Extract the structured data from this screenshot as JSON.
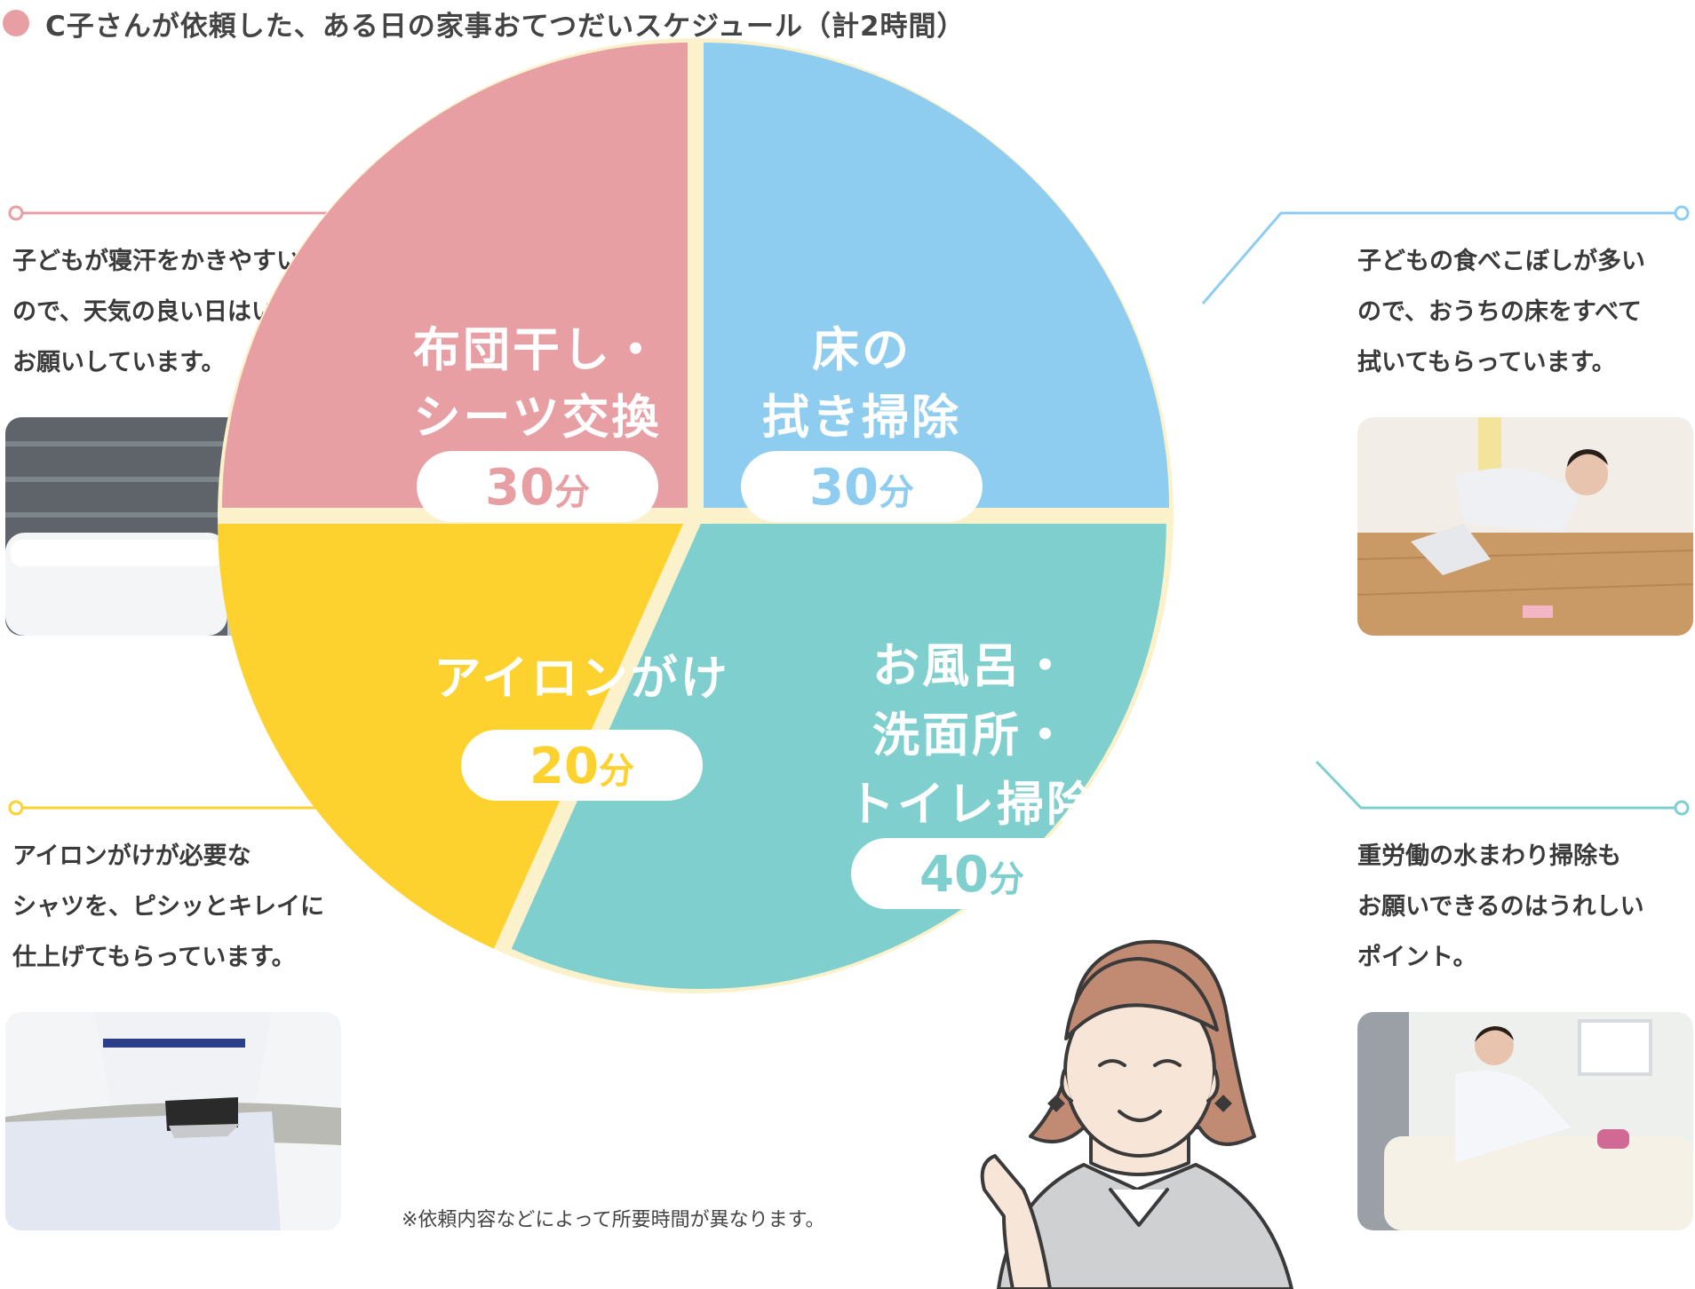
{
  "heading": "C子さんが依頼した、ある日の家事おてつだいスケジュール（計2時間）",
  "chart_data": {
    "type": "pie",
    "title": "C子さんが依頼した、ある日の家事おてつだいスケジュール（計2時間）",
    "unit": "分",
    "slices": [
      {
        "label": "布団干し・シーツ交換",
        "lines": [
          "布団干し・",
          "シーツ交換"
        ],
        "value": 30,
        "value_label": "30",
        "color": "#e89fa3"
      },
      {
        "label": "床の拭き掃除",
        "lines": [
          "床の",
          "拭き掃除"
        ],
        "value": 30,
        "value_label": "30",
        "color": "#8ecdf0"
      },
      {
        "label": "お風呂・洗面所・トイレ掃除",
        "lines": [
          "お風呂・",
          "洗面所・",
          "トイレ掃除"
        ],
        "value": 40,
        "value_label": "40",
        "color": "#7fcfcf"
      },
      {
        "label": "アイロンがけ",
        "lines": [
          "アイロンがけ"
        ],
        "value": 20,
        "value_label": "20",
        "color": "#fdd22e"
      }
    ]
  },
  "notes": {
    "futon": "子どもが寝汗をかきやすい\nので、天気の良い日はいつも\nお願いしています。",
    "floor": "子どもの食べこぼしが多い\nので、おうちの床をすべて\n拭いてもらっています。",
    "iron": "アイロンがけが必要な\nシャツを、ピシッとキレイに\n仕上げてもらっています。",
    "bath": "重労働の水まわり掃除も\nお願いできるのはうれしい\nポイント。"
  },
  "footnote": "※依頼内容などによって所要時間が異なります。",
  "colors": {
    "pink": "#e89fa3",
    "blue": "#8ecdf0",
    "yellow": "#fdd22e",
    "teal": "#7fcfcf",
    "ring": "#fbf2cc",
    "heading_dot": "#e89fa3"
  }
}
